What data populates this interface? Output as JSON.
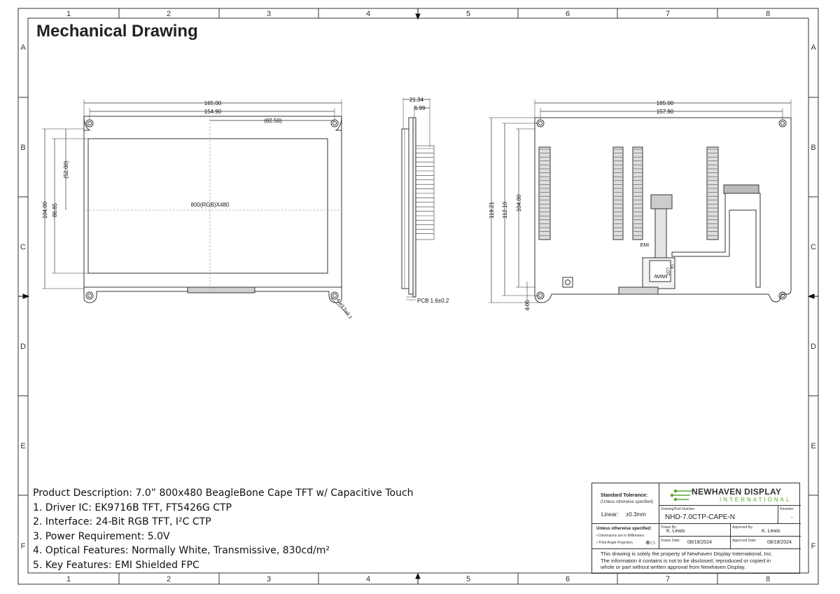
{
  "title": "Mechanical Drawing",
  "zones": {
    "cols": [
      "1",
      "2",
      "3",
      "4",
      "5",
      "6",
      "7",
      "8"
    ],
    "rows": [
      "A",
      "B",
      "C",
      "D",
      "E",
      "F"
    ]
  },
  "front_view": {
    "dim_total_width": "165.00",
    "dim_hole_width": "154.90",
    "dim_center": "(82.50)",
    "dim_total_height": "104.00",
    "dim_hole_height": "86.85",
    "dim_center_v": "(52.00)",
    "resolution": "800(RGB)X480",
    "hole_callout": "4-ø3.5±0.1"
  },
  "side_view": {
    "dim_depth": "21.34",
    "dim_pcb_depth": "6.99",
    "pcb_label": "PCB 1.6±0.2"
  },
  "back_view": {
    "dim_total_width": "165.00",
    "dim_hole_width": "157.90",
    "dim_h1": "119.21",
    "dim_h2": "112.10",
    "dim_h3": "104.00",
    "dim_offset": "4.05",
    "emi_label": "EMI",
    "fpc_label_1": "MWW",
    "fpc_label_2": "LOT",
    "fpc_label_3": "14"
  },
  "description": {
    "product": "Product Description: 7.0” 800x480 BeagleBone Cape TFT w/ Capacitive Touch",
    "lines": [
      "1. Driver IC: EK9716B TFT, FT5426G CTP",
      "2. Interface: 24-Bit RGB TFT, I²C CTP",
      "3. Power Requirement: 5.0V",
      "4. Optical Features: Normally White, Transmissive, 830cd/m²",
      "5. Key Features: EMI Shielded FPC"
    ]
  },
  "title_block": {
    "std_tol_title": "Standard Tolerance:",
    "std_tol_sub": "(Unless otherwise specified)",
    "linear_label": "Linear:",
    "linear_value": "±0.3mm",
    "brand_line1": "NEWHAVEN DISPLAY",
    "brand_line2": "INTERNATIONAL",
    "part_label": "Drawing/Part Number:",
    "part_number": "NHD-7.0CTP-CAPE-N",
    "revision_label": "Revision:",
    "revision_value": "-",
    "unless_title": "Unless otherwise specified:",
    "unless_1": "• Dimensions are in Millimeters",
    "unless_2": "• Third Angle Projection",
    "drawn_by_label": "Drawn By:",
    "drawn_by": "K. Lewis",
    "approved_by_label": "Approved By:",
    "approved_by": "K. Lewis",
    "drawn_date_label": "Drawn Date:",
    "drawn_date": "08/18/2024",
    "approved_date_label": "Approved Date:",
    "approved_date": "08/18/2024",
    "notice_1": "This drawing is solely the property of Newhaven Display International, Inc.",
    "notice_2": "The information it contains is not to be disclosed, reproduced or copied in",
    "notice_3": "whole or part without written approval from Newhaven Display."
  },
  "colors": {
    "brand_green": "#5aaa32",
    "line": "#333333"
  }
}
